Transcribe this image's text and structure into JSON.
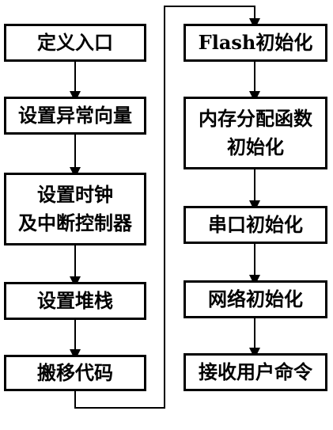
{
  "colors": {
    "stroke": "#000000",
    "background": "#ffffff"
  },
  "left_column": [
    {
      "id": "define-entry",
      "label": "定义入口"
    },
    {
      "id": "set-exception-vectors",
      "label": "设置异常向量"
    },
    {
      "id": "set-clock-interrupt",
      "label": "设置时钟\n及中断控制器"
    },
    {
      "id": "set-stack",
      "label": "设置堆栈"
    },
    {
      "id": "move-code",
      "label": "搬移代码"
    }
  ],
  "right_column": [
    {
      "id": "flash-init",
      "label": "Flash初始化"
    },
    {
      "id": "memory-alloc-init",
      "label": "内存分配函数\n初始化"
    },
    {
      "id": "serial-init",
      "label": "串口初始化"
    },
    {
      "id": "network-init",
      "label": "网络初始化"
    },
    {
      "id": "receive-user-command",
      "label": "接收用户命令"
    }
  ]
}
